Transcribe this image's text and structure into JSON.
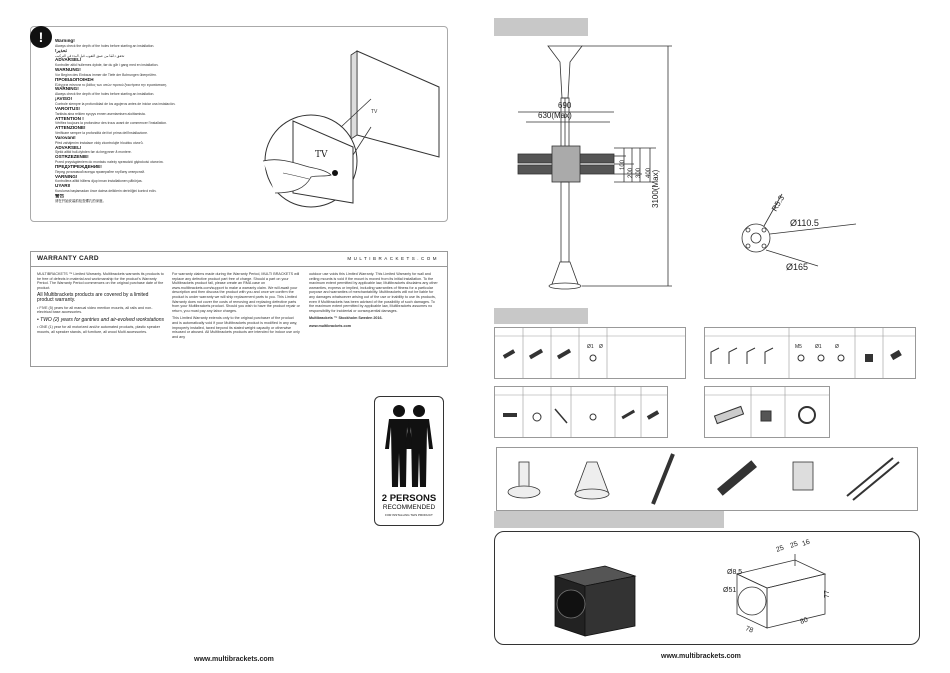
{
  "warning": {
    "icon": "!",
    "lines": [
      {
        "t": "Warning!",
        "h": true
      },
      {
        "t": "Always check the depth of the holes before starting an installation.",
        "h": false
      },
      {
        "t": "!تحذير",
        "h": true
      },
      {
        "t": "تحقق دائمًا من عمق الثقوب قبل البدء في التركيب",
        "h": false
      },
      {
        "t": "ADVARSEL!",
        "h": true
      },
      {
        "t": "Kontroller altid hullernes dybde, før du går i gang med en installation.",
        "h": false
      },
      {
        "t": "WARNUNG!",
        "h": true
      },
      {
        "t": "Vor Beginn des Einbaus immer die Tiefe der Bohrungen überprüfen.",
        "h": false
      },
      {
        "t": "ΠΡΟΕΙΔΟΠΟΙΗΣΗ",
        "h": true
      },
      {
        "t": "Ελέγχετε πάντοτε το βάθος των οπών προτού ξεκινήσετε την εγκατάσταση.",
        "h": false
      },
      {
        "t": "WARNING!",
        "h": true
      },
      {
        "t": "Always check the depth of the holes before starting an installation.",
        "h": false
      },
      {
        "t": "¡AVISO!",
        "h": true
      },
      {
        "t": "Controle siempre la profundidad de los agujeros antes de iniciar una instalación.",
        "h": false
      },
      {
        "t": "VAROITUS!",
        "h": true
      },
      {
        "t": "Tarkista aina reikien syvyys ennen asentamisen aloittamista.",
        "h": false
      },
      {
        "t": "ATTENTION !",
        "h": true
      },
      {
        "t": "Vérifiez toujours la profondeur des trous avant de commencer l'installation.",
        "h": false
      },
      {
        "t": "ATTENZIONE!",
        "h": true
      },
      {
        "t": "Verificare sempre la profondità dei fori prima dell'installazione.",
        "h": false
      },
      {
        "t": "Varování!",
        "h": true
      },
      {
        "t": "Před zahájením instalace vždy zkontrolujte hloubku otvorů.",
        "h": false
      },
      {
        "t": "ADVARSEL!",
        "h": true
      },
      {
        "t": "Sjekk alltid hull-dybden før du begynner å montere.",
        "h": false
      },
      {
        "t": "OSTRZEŻENIE!",
        "h": true
      },
      {
        "t": "Przed przystąpieniem do montażu należy sprawdzić głębokość otworów.",
        "h": false
      },
      {
        "t": "ПРЕДУПРЕЖДЕНИЕ!",
        "h": true
      },
      {
        "t": "Перед установкой всегда проверяйте глубину отверстий.",
        "h": false
      },
      {
        "t": "VARNING!",
        "h": true
      },
      {
        "t": "Kontrollera alltid hålens djup innan installationen påbörjas.",
        "h": false
      },
      {
        "t": "UYARI!",
        "h": true
      },
      {
        "t": "Kuruluma başlamadan önce daima deliklerin derinliğini kontrol edin.",
        "h": false
      },
      {
        "t": "警告",
        "h": true
      },
      {
        "t": "请在开始安装前检查螺孔的深度。",
        "h": false
      }
    ],
    "tv_label_small": "TV",
    "tv_label_large": "TV"
  },
  "warranty": {
    "title": "WARRANTY CARD",
    "brand": "MULTIBRACKETS.COM",
    "col1": {
      "p1": "MULTIBRACKETS ™ Limited Warranty. Multibrackets warrants its products to be free of defects in material and workmanship for the product's Warranty Period. The Warranty Period commences on the original purchase date of the product.",
      "p2": "All Multibrackets products are covered by a limited product warranty.",
      "p3": "• FIVE (5) years for all manual video mention mounts, all rails and non-electrical base accessories.",
      "p4": "• TWO (2) years for gantries and air-evolved workstations",
      "p5": "• ONE (1) year for all motorized and/or automated products, plastic speaker mounts, all speaker stands, all furniture, all wood Multi accessories."
    },
    "col2": {
      "p1": "For warranty claims made during the Warranty Period, MULTI BRACKETS will replace any defective product part free of charge. Should a part on your Multibrackets product fail, please create an RMA case on www.multibrackets.com/support to make a warranty claim. We will await your description and then discuss the product with you and once we confirm the product is under warranty we will ship replacement parts to you. This Limited Warranty does not cover the costs of removing and replacing defective parts from your Multibrackets product. Should you wish to have the product repair or return, you must pay any labor charges.",
      "p2": "This Limited Warranty extends only to the original purchaser of the product and is automatically void if your Multibrackets product is modified in any way, improperly installed, taxed beyond its stated weight capacity or otherwise misused or abused. All Multibrackets products are intended for indoor use only and any"
    },
    "col3": {
      "p1": "outdoor use voids this Limited Warranty. This Limited Warranty for wall and ceiling mounts is void if the mount is moved from its initial installation. To the maximum extent permitted by applicable law, Multibrackets disclaims any other warranties, express or implied, including warranties of fitness for a particular purpose and warranties of merchantability. Multibrackets will not be liable for any damages whatsoever arising out of the use or inability to use its products, even if Multibrackets has been advised of the possibility of such damages. To the maximum extent permitted by applicable law, Multibrackets assumes no responsibility for incidental or consequential damages.",
      "p2": "Multibrackets ™ Stockholm Sweden 2016.",
      "p3": "www.multibrackets.com"
    }
  },
  "persons": {
    "count": "2 PERSONS",
    "label": "RECOMMENDED",
    "tiny": "FOR INSTALLING THIS PRODUCT"
  },
  "footer_left": "www.multibrackets.com",
  "footer_right": "www.multibrackets.com",
  "dims": {
    "d690": "690",
    "d630": "630(Max)",
    "d3100": "3100(Max)",
    "d200": "200",
    "d300": "300",
    "d400": "400",
    "d100": "100",
    "r53": "R5.3",
    "d1105": "Ø110.5",
    "d165": "Ø165",
    "d8": "Ø8.5",
    "d51": "Ø51",
    "d25a": "25",
    "d25b": "25",
    "d16": "16",
    "d77": "77",
    "d78": "78",
    "d80": "80"
  },
  "hardware": {
    "m5": "M5",
    "phi1": "Ø1",
    "phi2": "Ø",
    "phi3": "Ø1",
    "phi4": "Ø"
  }
}
